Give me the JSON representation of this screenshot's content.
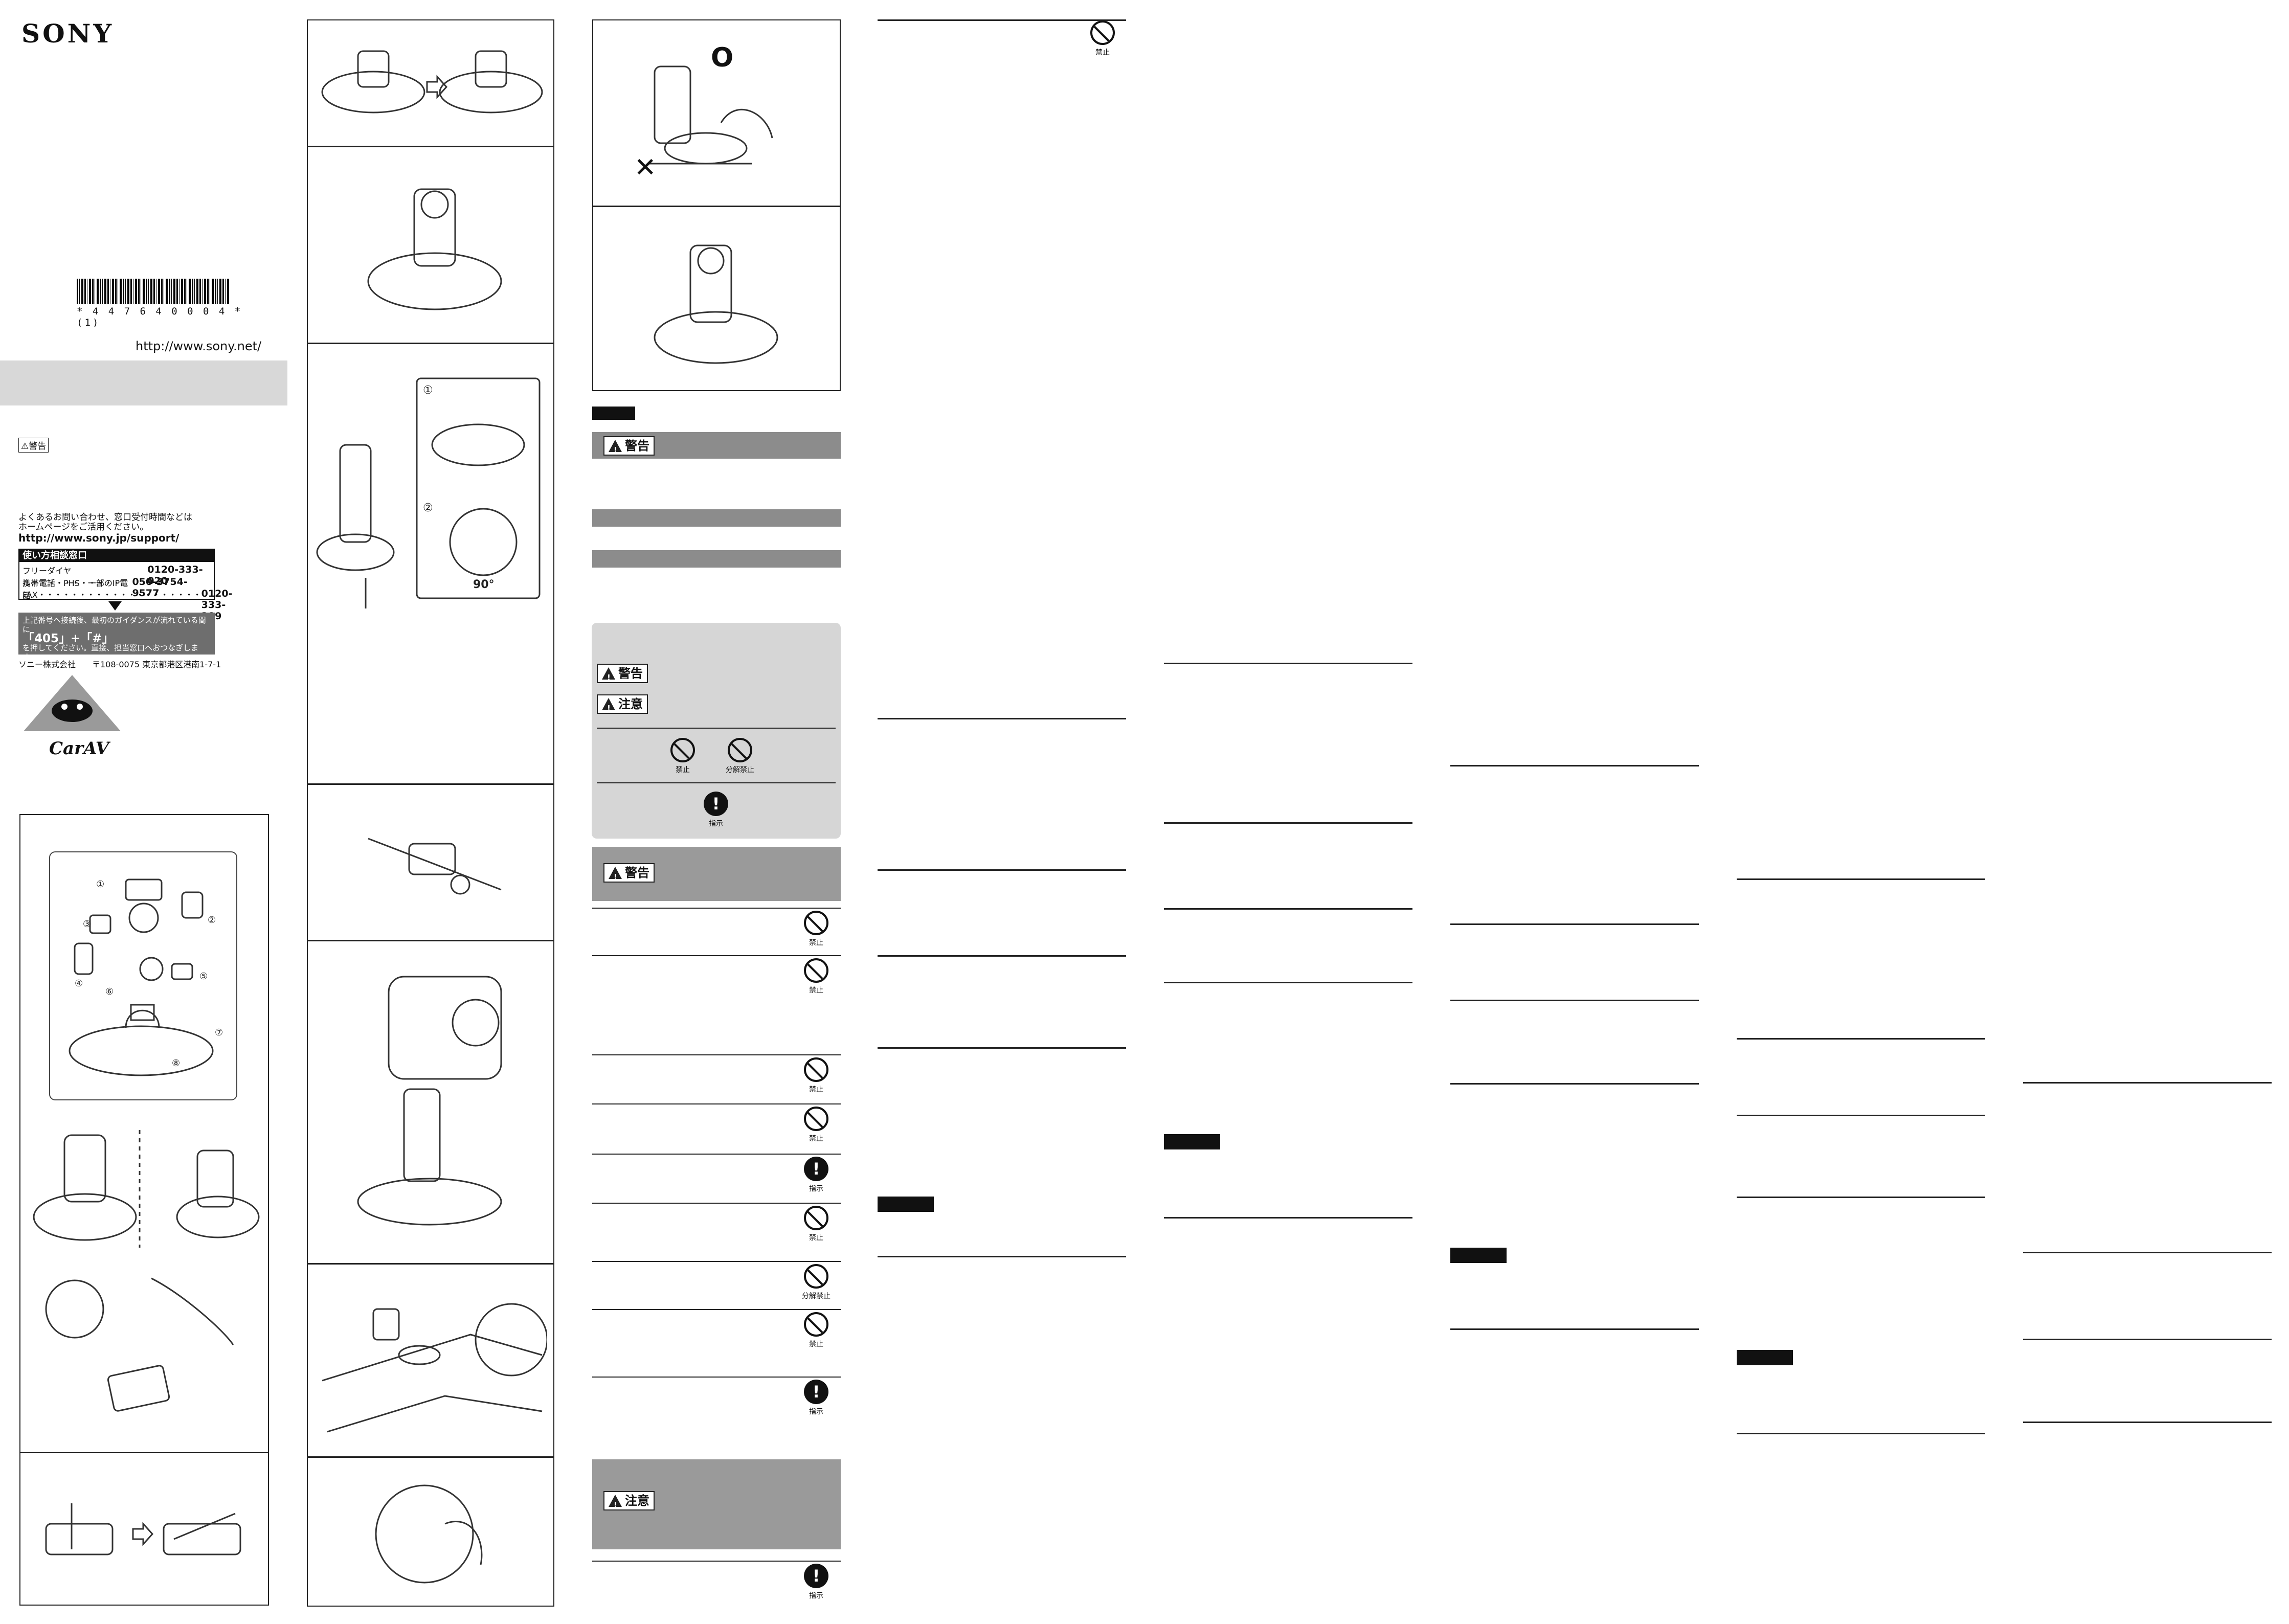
{
  "brand": {
    "logo_text": "SONY"
  },
  "barcode": {
    "number": "* 4 4 7 6 4 0 0 0 4 * (1)"
  },
  "website": {
    "url": "http://www.sony.net/"
  },
  "warning_label_small": "⚠警告",
  "support": {
    "intro_line1": "よくあるお問い合わせ、窓口受付時間などは",
    "intro_line2": "ホームページをご活用ください。",
    "url": "http://www.sony.jp/support/",
    "box_title": "使い方相談窓口",
    "rows": [
      {
        "label": "フリーダイヤル・・・・・・・・・・・",
        "value": "0120-333-020"
      },
      {
        "label": "携帯電話・PHS・一部のIP電話",
        "value": "050-3754-9577"
      },
      {
        "label": "FAX・・・・・・・・・・・・・・・・・・・・",
        "value": "0120-333-389"
      }
    ],
    "note_line1": "上記番号へ接続後、最初のガイダンスが流れている間に",
    "note_code": "「405」+「#」",
    "note_line2": "を押してください。直接、担当窓口へおつなぎします。",
    "company": "ソニー株式会社　　〒108-0075 東京都港区港南1-7-1"
  },
  "logo_carav": "CarAV",
  "parts_diagram": {
    "callouts": [
      "①",
      "②",
      "③",
      "④",
      "⑤",
      "⑥",
      "⑦",
      "⑧"
    ]
  },
  "mount_diagram": {
    "step1": "①",
    "step2": "②",
    "angle": "90°"
  },
  "correct_mark": "O",
  "wrong_mark": "✕",
  "safety": {
    "warning_label": "警告",
    "caution_label": "注意",
    "prohibited_label": "禁止",
    "disassembly_label": "分解禁止",
    "instruction_label": "指示"
  },
  "warning_rows": [
    {
      "symbol": "prohibited",
      "label": "禁止"
    },
    {
      "symbol": "prohibited",
      "label": "禁止"
    },
    {
      "symbol": "prohibited",
      "label": "禁止"
    },
    {
      "symbol": "prohibited",
      "label": "禁止"
    },
    {
      "symbol": "instruction",
      "label": "指示"
    },
    {
      "symbol": "prohibited",
      "label": "禁止"
    },
    {
      "symbol": "disassembly",
      "label": "分解禁止"
    },
    {
      "symbol": "prohibited",
      "label": "禁止"
    },
    {
      "symbol": "instruction",
      "label": "指示"
    }
  ],
  "caution_row": {
    "symbol": "instruction",
    "label": "指示"
  },
  "top_right_symbol": {
    "label": "禁止"
  },
  "colors": {
    "grey_band": "#d8d8d8",
    "warning_bar": "#9a9a9a",
    "legend_bg": "#d6d6d6",
    "ink": "#111111"
  }
}
